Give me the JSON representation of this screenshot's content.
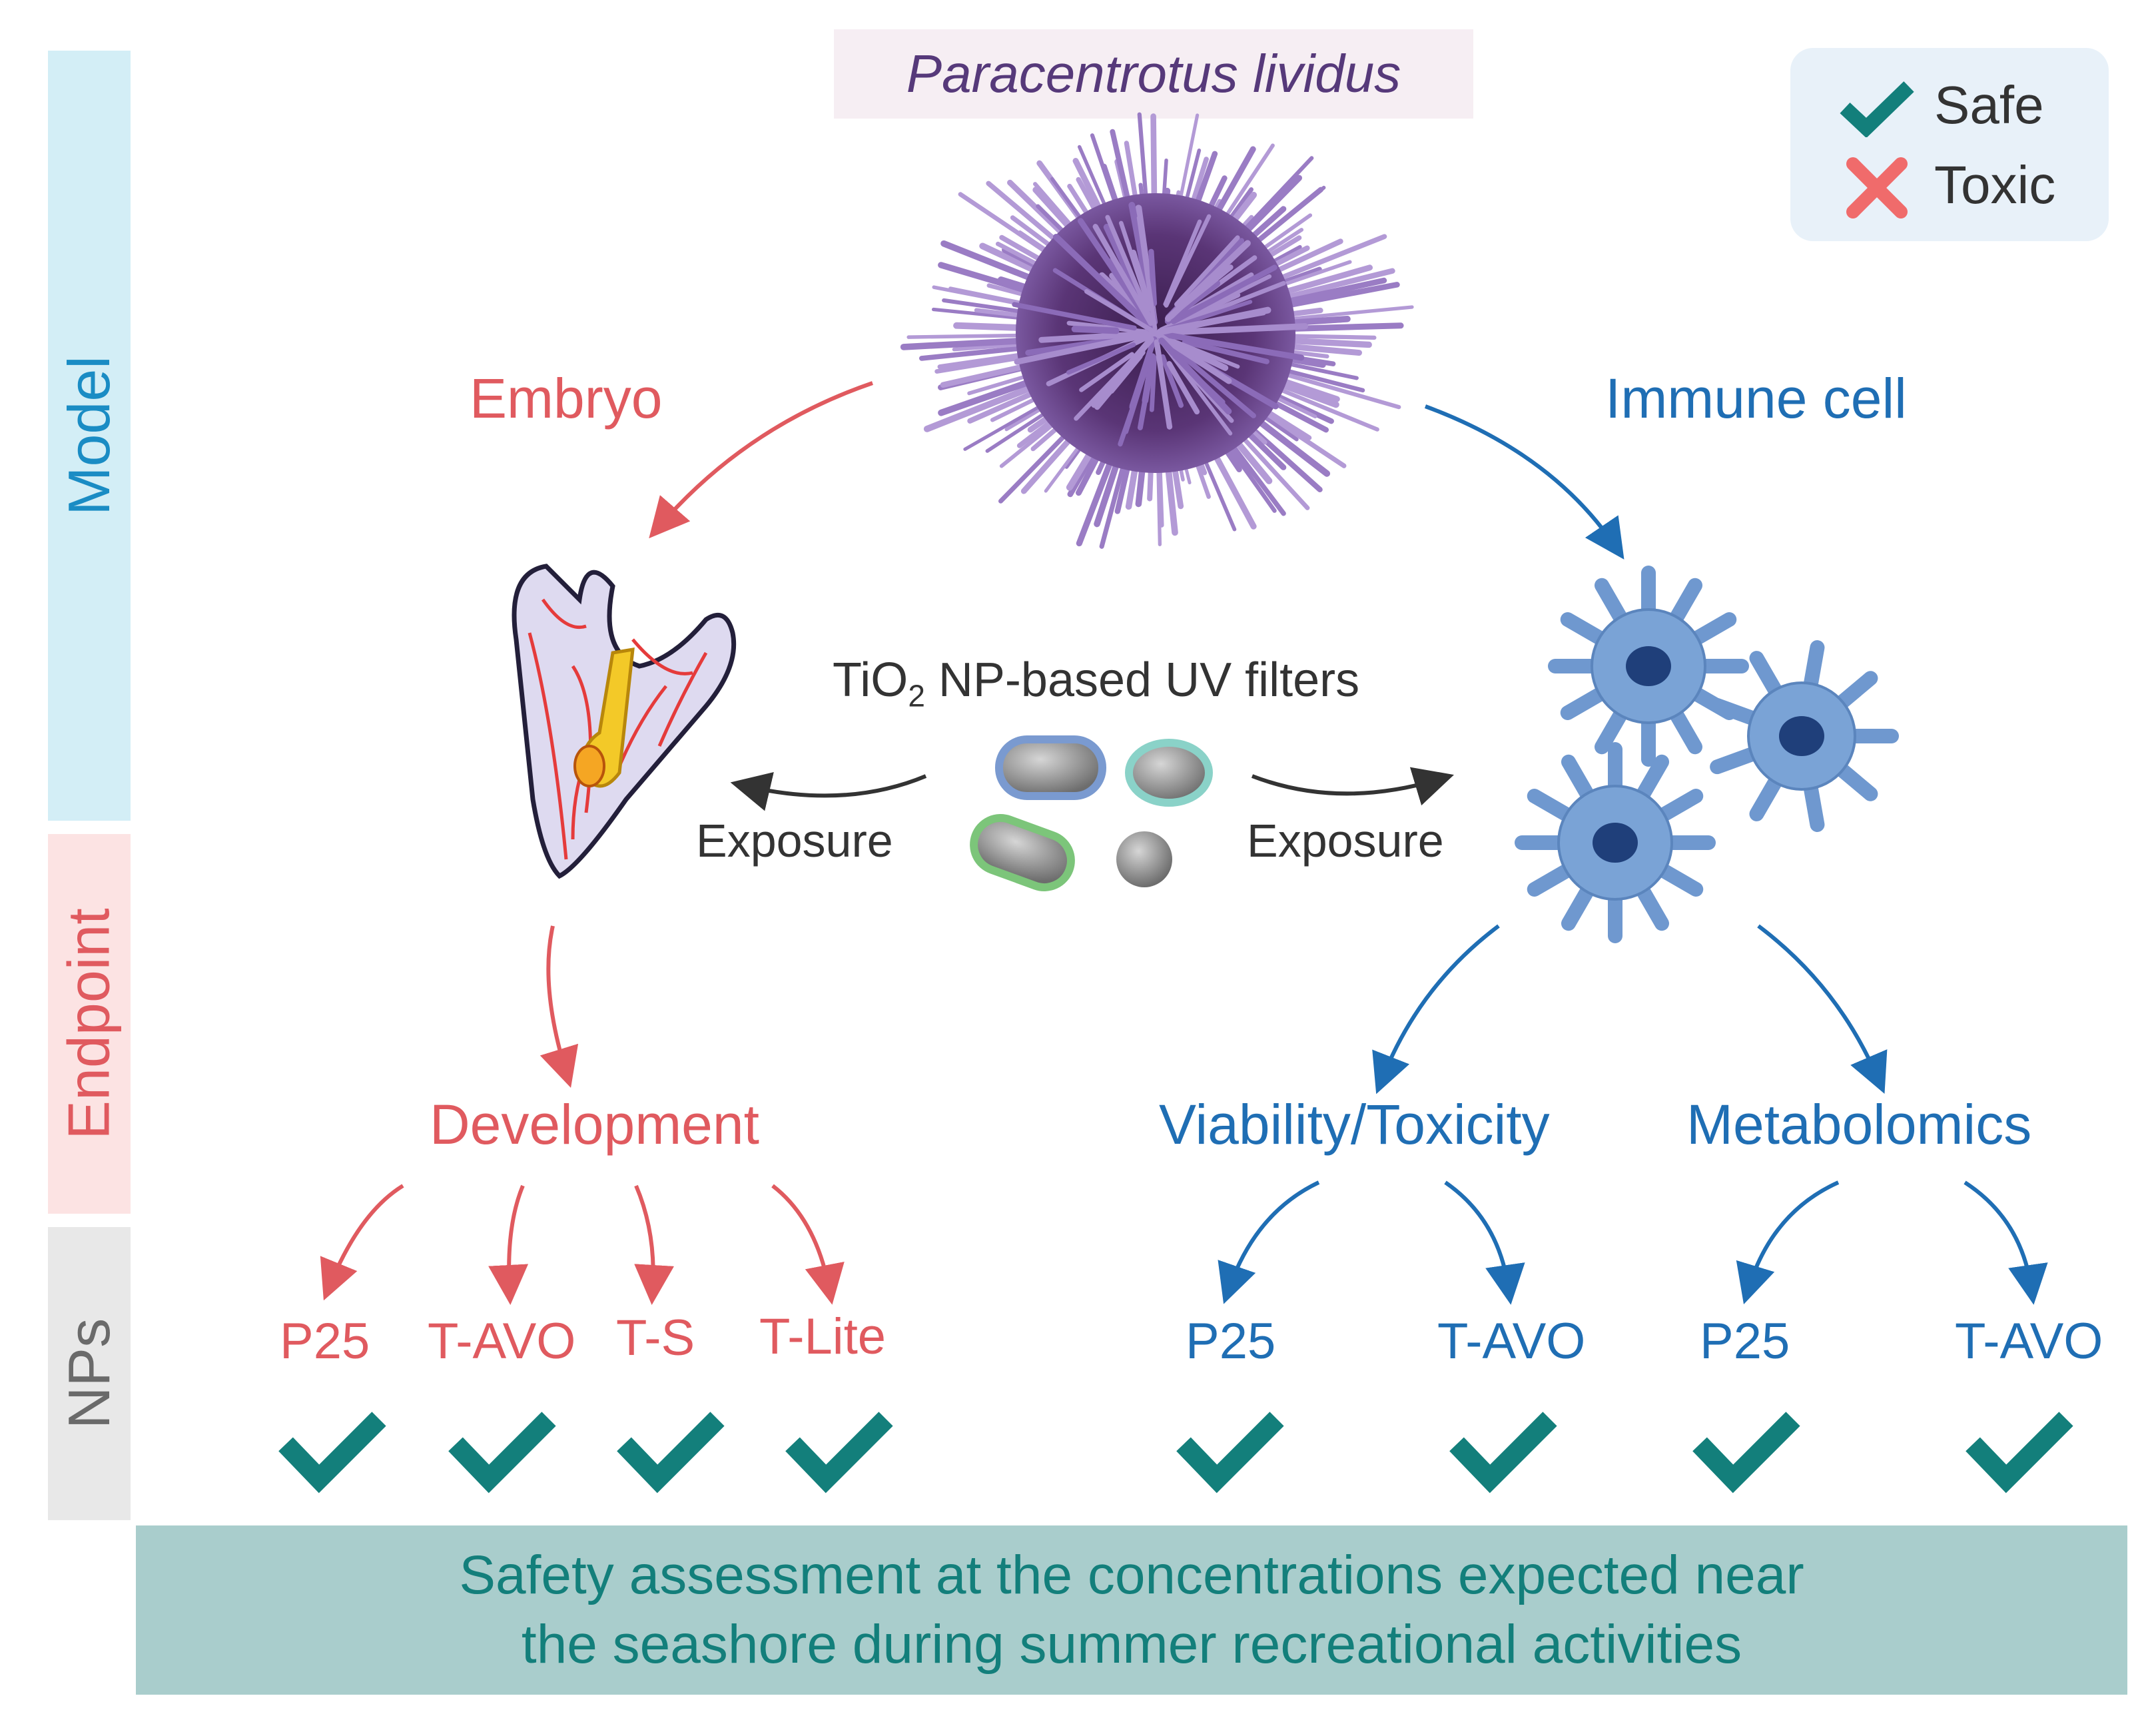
{
  "title": "Paracentrotus lividus",
  "legend": {
    "safe_label": "Safe",
    "toxic_label": "Toxic",
    "safe_icon": "check-icon",
    "toxic_icon": "cross-icon"
  },
  "side_labels": {
    "model": "Model",
    "endpoint": "Endpoint",
    "nps": "NPs"
  },
  "branches": {
    "embryo": "Embryo",
    "immune_cell": "Immune cell"
  },
  "center": {
    "filters_prefix": "TiO",
    "filters_sub": "2",
    "filters_suffix": " NP-based UV filters",
    "exposure_left": "Exposure",
    "exposure_right": "Exposure"
  },
  "endpoints": {
    "development": "Development",
    "viability": "Viability/Toxicity",
    "metabolomics": "Metabolomics"
  },
  "nps": {
    "development": [
      "P25",
      "T-AVO",
      "T-S",
      "T-Lite"
    ],
    "viability": [
      "P25",
      "T-AVO"
    ],
    "metabolomics": [
      "P25",
      "T-AVO"
    ]
  },
  "results": [
    "safe",
    "safe",
    "safe",
    "safe",
    "safe",
    "safe",
    "safe",
    "safe"
  ],
  "conclusion": {
    "line1": "Safety assessment at the concentrations expected near",
    "line2": "the seashore during summer recreational activities"
  },
  "colors": {
    "red": "#e05a5f",
    "blue": "#1f6eb4",
    "teal": "#137f7b",
    "purple": "#56397a",
    "model_band": "#d3eef6",
    "endpoint_band": "#fce3e3",
    "nps_band": "#e8e8e8",
    "conclusion_band": "#a9cdcc",
    "legend_bg": "#e8f1f9",
    "title_bg": "#f6eef3"
  }
}
